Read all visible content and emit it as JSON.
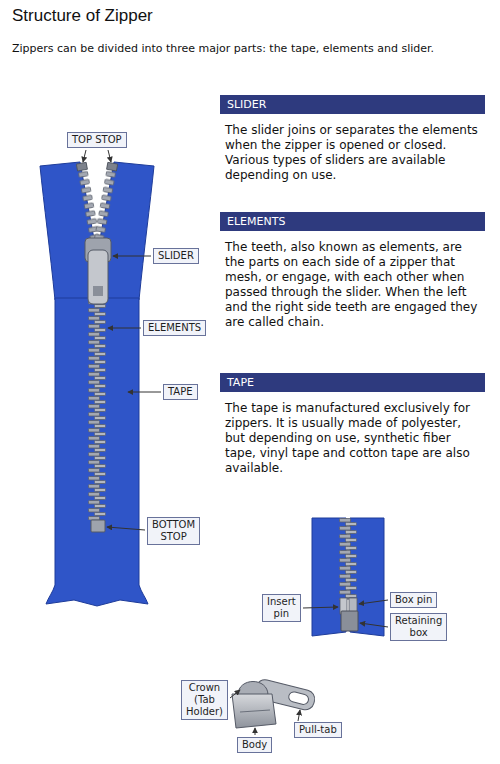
{
  "diagram": {
    "title": "Structure of Zipper",
    "nodes": [
      {
        "text": [
          "SLIDER",
          "The slider joins or separates the elements when the zipper is opened or closed. Various types of sliders are available depending on use."
        ]
      },
      {
        "text": [
          "TOP STOP"
        ]
      },
      {
        "text": [
          "ELEMENTS",
          "The teeth, also known as elements, are the parts on each side of a zipper that mesh, or engage, with each other when passed through the slider. When the left and the right side teeth are engaged they are called chain."
        ]
      },
      {
        "text": [
          "SLIDER"
        ]
      },
      {
        "text": [
          "ELEMENTS"
        ]
      },
      {
        "text": [
          "TAPE",
          "The tape is manufactured exclusively for zippers. It is usually made of polyester, but depending on use, synthetic fiber tape, vinyl tape and cotton tape are also available."
        ]
      },
      {
        "text": [
          "TAPE"
        ]
      },
      {
        "text": [
          "BOTTOM STOP"
        ]
      },
      {
        "text": [
          "Insert pin"
        ]
      },
      {
        "text": [
          "Box pin"
        ]
      },
      {
        "text": [
          "Retaining box"
        ]
      },
      {
        "text": [
          "Crown (Tab Holder)"
        ]
      },
      {
        "text": [
          "Pull-tab"
        ]
      },
      {
        "text": [
          "Body"
        ]
      }
    ],
    "labels": [
      "Zippers can be divided into three major parts: the tape, elements and slider."
    ]
  }
}
